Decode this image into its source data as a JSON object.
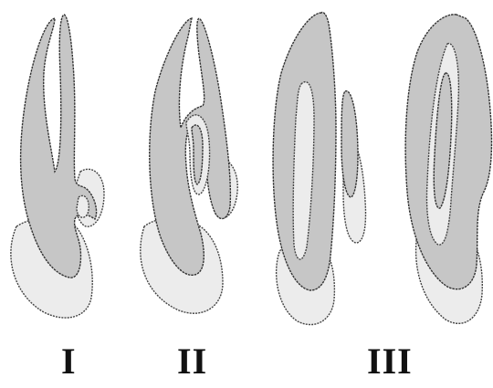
{
  "labels": {
    "type1": "I",
    "type2": "II",
    "type3": "III"
  },
  "colors": {
    "pulp": "#c6c6c6",
    "dentin": "#ececec",
    "outline": "#444444",
    "label": "#111111"
  }
}
